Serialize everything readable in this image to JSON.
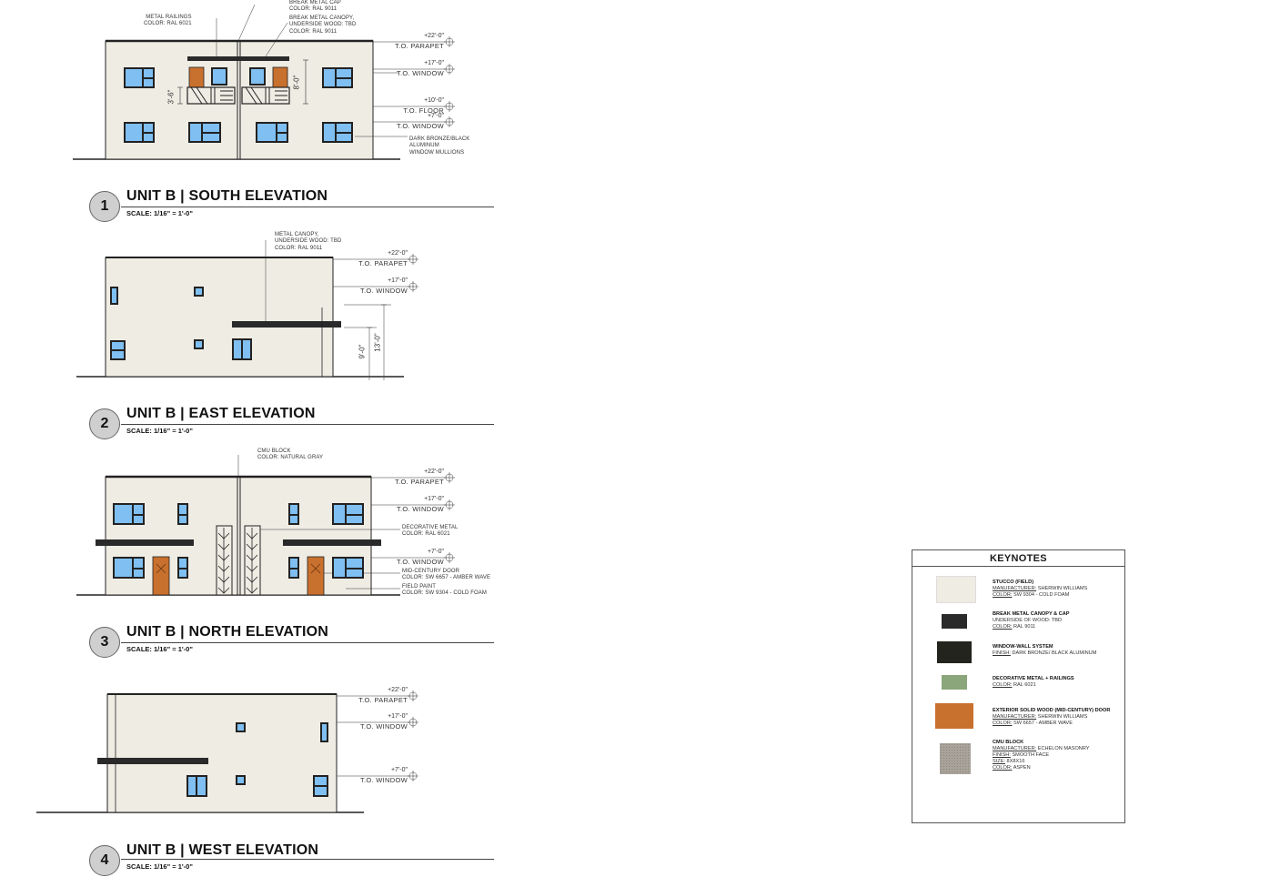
{
  "colors": {
    "stucco": "#efece4",
    "canopy": "#2a2a2a",
    "window_frame": "#222222",
    "window_glass": "#7fbff2",
    "door": "#c8702e",
    "railing_green": "#8aa67a",
    "cmu": "#a8a39a"
  },
  "levels": {
    "parapet": {
      "value": "+22'-0\"",
      "name": "T.O. PARAPET"
    },
    "window_upper": {
      "value": "+17'-0\"",
      "name": "T.O. WINDOW"
    },
    "floor": {
      "value": "+10'-0\"",
      "name": "T.O. FLOOR"
    },
    "window_lower": {
      "value": "+7'-0\"",
      "name": "T.O. WINDOW"
    }
  },
  "views": [
    {
      "number": "1",
      "title": "UNIT B | SOUTH ELEVATION",
      "scale": "SCALE: 1/16\" = 1'-0\""
    },
    {
      "number": "2",
      "title": "UNIT B | EAST ELEVATION",
      "scale": "SCALE: 1/16\" = 1'-0\""
    },
    {
      "number": "3",
      "title": "UNIT B | NORTH ELEVATION",
      "scale": "SCALE: 1/16\" = 1'-0\""
    },
    {
      "number": "4",
      "title": "UNIT B | WEST ELEVATION",
      "scale": "SCALE: 1/16\" = 1'-0\""
    }
  ],
  "south_notes": {
    "railings": [
      "METAL RAILINGS",
      "COLOR: RAL 6021"
    ],
    "cap": [
      "BREAK METAL CAP",
      "COLOR: RAL 9011"
    ],
    "canopy": [
      "BREAK METAL CANOPY,",
      "UNDERSIDE WOOD: TBD",
      "COLOR: RAL 9011"
    ],
    "mullions": [
      "DARK BRONZE/BLACK",
      "ALUMINUM",
      "WINDOW MULLIONS"
    ],
    "dim_rail": "3'-6\"",
    "dim_door": "8'-0\""
  },
  "east_notes": {
    "canopy": [
      "METAL CANOPY,",
      "UNDERSIDE WOOD: TBD",
      "COLOR: RAL 9011"
    ],
    "dim_9": "9'-0\"",
    "dim_13": "13'-0\""
  },
  "north_notes": {
    "cmu": [
      "CMU BLOCK",
      "COLOR: NATURAL GRAY"
    ],
    "decorative": [
      "DECORATIVE METAL",
      "COLOR: RAL 6021"
    ],
    "door": [
      "MID-CENTURY DOOR",
      "COLOR: SW 6657 - AMBER WAVE"
    ],
    "paint": [
      "FIELD PAINT",
      "COLOR: SW 9304 - COLD FOAM"
    ]
  },
  "keynotes": {
    "title": "KEYNOTES",
    "items": [
      {
        "head": "STUCCO (FIELD)",
        "lines": [
          [
            "MANUFACTURER:",
            " SHERWIN WILLIAMS"
          ],
          [
            "COLOR:",
            " SW 9304 - COLD FOAM"
          ]
        ]
      },
      {
        "head": "BREAK METAL CANOPY & CAP",
        "lines": [
          [
            "",
            "UNDERSIDE OF WOOD: TBD"
          ],
          [
            "COLOR:",
            " RAL 9011"
          ]
        ]
      },
      {
        "head": "WINDOW-WALL SYSTEM",
        "lines": [
          [
            "FINISH:",
            " DARK BRONZE/ BLACK ALUMINUM"
          ]
        ]
      },
      {
        "head": "DECORATIVE METAL + RAILINGS",
        "lines": [
          [
            "COLOR:",
            " RAL 6021"
          ]
        ]
      },
      {
        "head": "EXTERIOR SOLID WOOD (MID-CENTURY) DOOR",
        "lines": [
          [
            "MANUFACTURER:",
            " SHERWIN WILLIAMS"
          ],
          [
            "COLOR:",
            " SW 6657 - AMBER WAVE"
          ]
        ]
      },
      {
        "head": "CMU BLOCK",
        "lines": [
          [
            "MANUFACTURER:",
            " ECHELON MASONRY"
          ],
          [
            "FINISH:",
            " SMOOTH FACE"
          ],
          [
            "SIZE:",
            " 8x8x16"
          ],
          [
            "COLOR:",
            " ASPEN"
          ]
        ]
      }
    ]
  }
}
